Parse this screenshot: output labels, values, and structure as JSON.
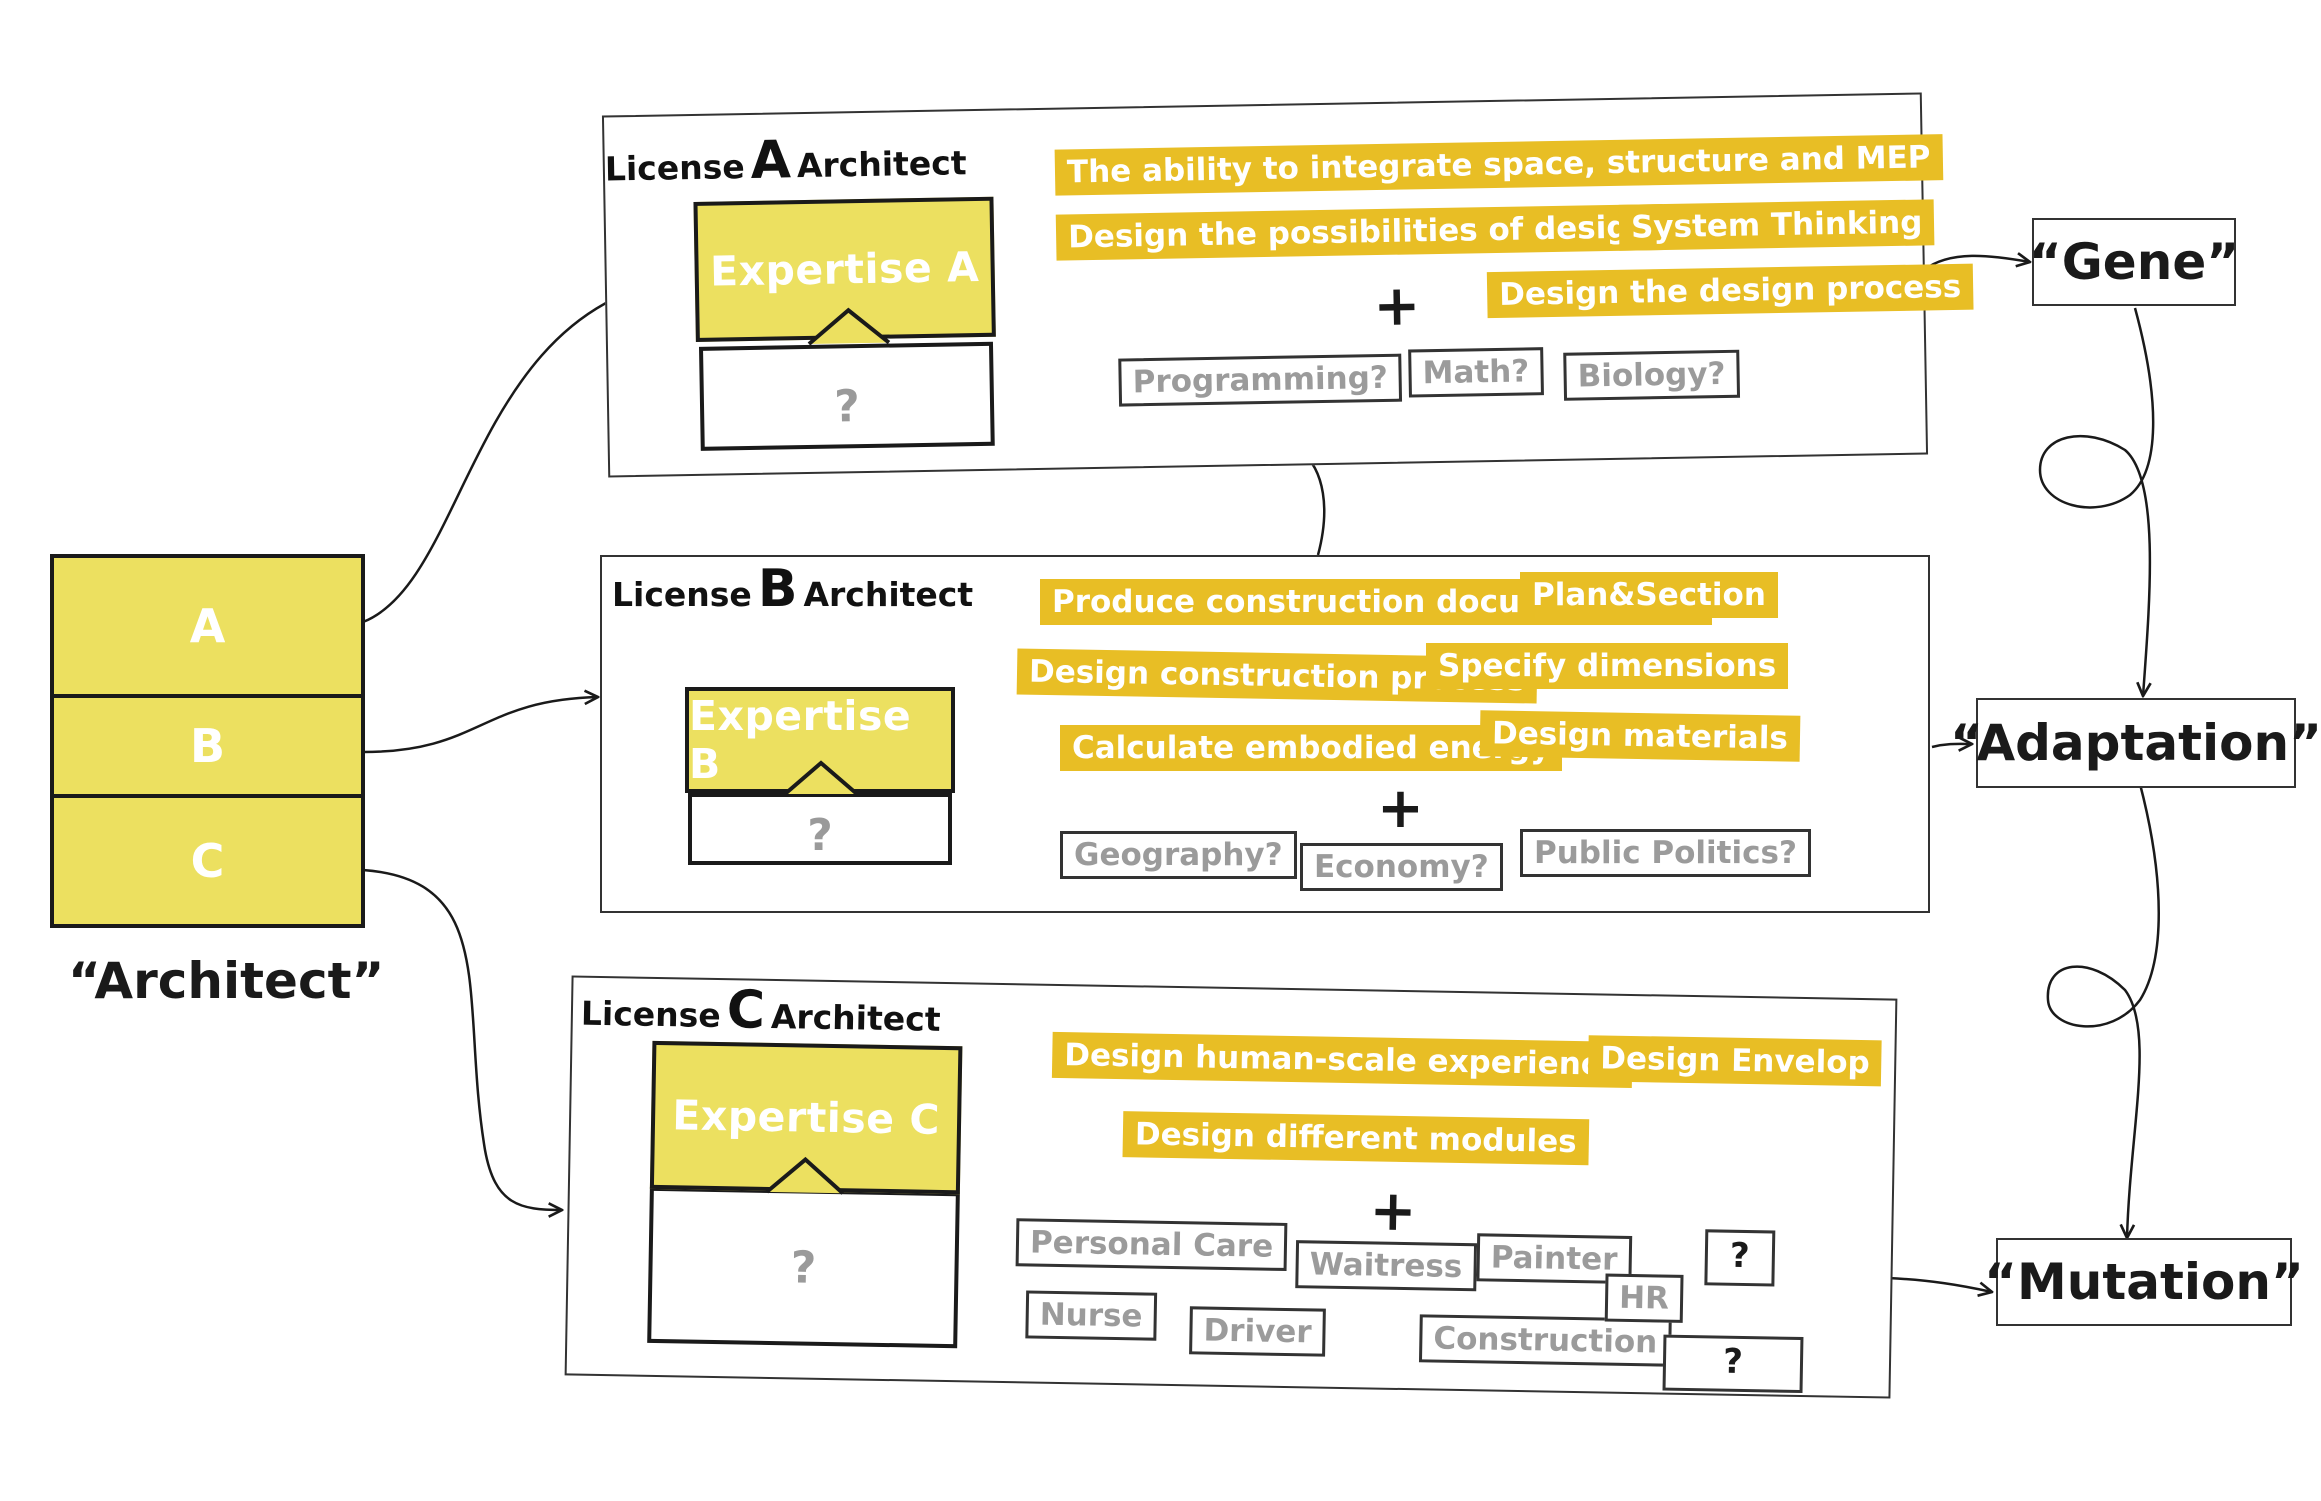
{
  "root": {
    "segments": [
      "A",
      "B",
      "C"
    ],
    "caption": "“Architect”"
  },
  "panels": {
    "a": {
      "title": {
        "prefix": "License",
        "letter": "A",
        "suffix": "Architect"
      },
      "expertise": "Expertise A",
      "unknown": "?",
      "skills": [
        "The ability to integrate space, structure and MEP",
        "Design the possibilities of design",
        "System Thinking",
        "Design the design process"
      ],
      "plus": "+",
      "extras": [
        "Programming?",
        "Math?",
        "Biology?"
      ]
    },
    "b": {
      "title": {
        "prefix": "License",
        "letter": "B",
        "suffix": "Architect"
      },
      "expertise": "Expertise B",
      "unknown": "?",
      "skills": [
        "Produce construction documentation",
        "Plan&Section",
        "Design construction process",
        "Specify dimensions",
        "Calculate embodied energy",
        "Design materials"
      ],
      "plus": "+",
      "extras": [
        "Geography?",
        "Economy?",
        "Public Politics?"
      ]
    },
    "c": {
      "title": {
        "prefix": "License",
        "letter": "C",
        "suffix": "Architect"
      },
      "expertise": "Expertise C",
      "unknown": "?",
      "skills": [
        "Design human-scale experience",
        "Design Envelop",
        "Design different modules"
      ],
      "plus": "+",
      "extras": [
        "Personal Care",
        "Waitress",
        "Painter",
        "Nurse",
        "Driver",
        "Construction",
        "HR"
      ],
      "unknown_boxes": [
        "?",
        "?"
      ]
    }
  },
  "outcomes": [
    "“Gene”",
    "“Adaptation”",
    "“Mutation”"
  ],
  "colors": {
    "expertise_fill": "#ece060",
    "skill_tag": "#e8be25",
    "outline": "#1a1a1a",
    "muted_text": "#9b9b9b"
  }
}
